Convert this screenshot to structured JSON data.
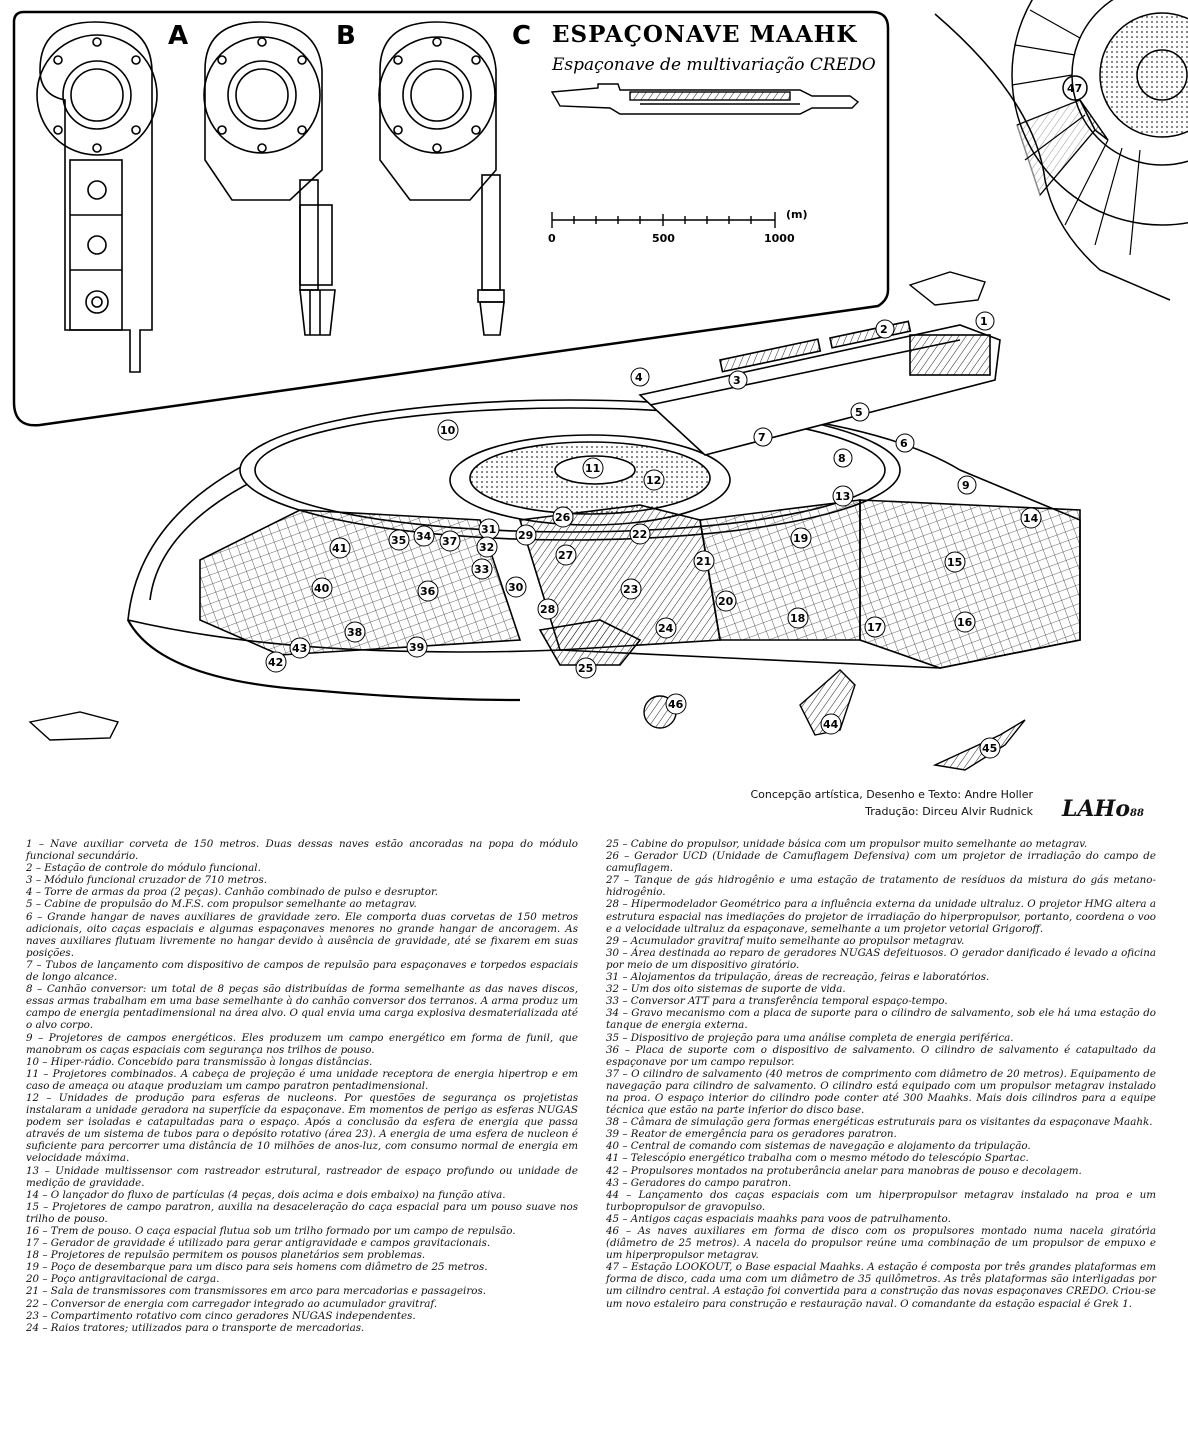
{
  "header": {
    "view_labels": [
      "A",
      "B",
      "C"
    ],
    "title": "ESPAÇONAVE MAAHK",
    "subtitle": "Espaçonave de multivariação CREDO",
    "scale": {
      "unit": "(m)",
      "ticks": [
        "0",
        "500",
        "1000"
      ]
    }
  },
  "callouts": [
    "1",
    "2",
    "3",
    "4",
    "5",
    "6",
    "7",
    "8",
    "9",
    "10",
    "11",
    "12",
    "13",
    "14",
    "15",
    "16",
    "17",
    "18",
    "19",
    "20",
    "21",
    "22",
    "23",
    "24",
    "25",
    "26",
    "27",
    "28",
    "29",
    "30",
    "31",
    "32",
    "33",
    "34",
    "35",
    "36",
    "37",
    "38",
    "39",
    "40",
    "41",
    "42",
    "43",
    "44",
    "45",
    "46",
    "47"
  ],
  "credits": {
    "line1_label": "Concepção artística, Desenho e Texto:",
    "line1_value": "Andre Holler",
    "line2_label": "Tradução:",
    "line2_value": "Dirceu Alvir Rudnick"
  },
  "signature": {
    "initials": "LAHo",
    "year": "88"
  },
  "legend_left": [
    "1 – Nave auxiliar corveta de 150 metros. Duas dessas naves estão ancoradas na popa do módulo funcional secundário.",
    "2 – Estação de controle do módulo funcional.",
    "3 – Módulo funcional cruzador de 710 metros.",
    "4 – Torre de armas da proa (2 peças). Canhão combinado de pulso e desruptor.",
    "5 – Cabine de propulsão do M.F.S. com propulsor semelhante ao metagrav.",
    "6 – Grande hangar de naves auxiliares de gravidade zero. Ele comporta duas corvetas de 150 metros adicionais, oito caças espaciais e algumas espaçonaves menores no grande hangar de ancoragem. As naves auxiliares flutuam livremente no hangar devido à ausência de gravidade, até se fixarem em suas posições.",
    "7 – Tubos de lançamento com dispositivo de campos de repulsão para espaçonaves e torpedos espaciais de longo alcance.",
    "8 – Canhão conversor: um total de 8 peças são distribuídas de forma semelhante as das naves discos, essas armas trabalham em uma base semelhante à do canhão conversor dos terranos. A arma produz um campo de energia pentadimensional na área alvo. O qual envia uma carga explosiva desmaterializada até o alvo corpo.",
    "9 – Projetores de campos energéticos. Eles produzem um campo energético em forma de funil, que manobram os caças espaciais com segurança nos trilhos de pouso.",
    "10 – Hiper-rádio. Concebido para transmissão à longas distâncias.",
    "11 – Projetores combinados. A cabeça de projeção é uma unidade receptora de energia hipertrop e em caso de ameaça ou ataque produziam um campo paratron pentadimensional.",
    "12 – Unidades de produção para esferas de nucleons. Por questões de segurança os projetistas instalaram a unidade geradora na superfície da espaçonave. Em momentos de perigo as esferas NUGAS podem ser isoladas e catapultadas para o espaço. Após a conclusão da esfera de energia que passa através de um sistema de tubos para o depósito rotativo (área 23). A energia de uma esfera de nucleon é suficiente para percorrer uma distância de 10 milhões de anos-luz, com consumo normal de energia em velocidade máxima.",
    "13 – Unidade multissensor com rastreador estrutural, rastreador de espaço profundo ou unidade de medição de gravidade.",
    "14 – O lançador do fluxo de partículas (4 peças, dois acima e dois embaixo) na função ativa.",
    "15 – Projetores de campo paratron, auxilia na desaceleração do caça espacial para um pouso suave nos trilho de pouso.",
    "16 – Trem de pouso. O caça espacial flutua sob um trilho formado por um campo de repulsão.",
    "17 – Gerador de gravidade é utilizado para gerar antigravidade e campos gravitacionais.",
    "18 – Projetores de repulsão permitem os pousos planetários sem problemas.",
    "19 – Poço de desembarque para um disco para seis homens com diâmetro de 25 metros.",
    "20 – Poço antigravitacional de carga.",
    "21 – Sala de transmissores com transmissores em arco para mercadorias e passageiros.",
    "22 – Conversor de energia com carregador integrado ao acumulador gravitraf.",
    "23 – Compartimento rotativo com cinco geradores NUGAS independentes.",
    "24 – Raios tratores; utilizados para o transporte de mercadorias."
  ],
  "legend_right": [
    "25 – Cabine do propulsor, unidade básica com um propulsor muito semelhante ao metagrav.",
    "26 – Gerador UCD (Unidade de Camuflagem Defensiva) com um projetor de irradiação do campo de camuflagem.",
    "27 – Tanque de gás hidrogênio e uma estação de tratamento de resíduos da mistura do gás metano-hidrogênio.",
    "28 – Hipermodelador Geométrico para a influência externa da unidade ultraluz. O projetor HMG altera a estrutura espacial nas imediações do projetor de irradiação do hiperpropulsor, portanto, coordena o voo e a velocidade ultraluz da espaçonave, semelhante a um projetor vetorial Grigoroff.",
    "29 – Acumulador gravitraf muito semelhante ao propulsor metagrav.",
    "30 – Área destinada ao reparo de geradores NUGAS defeituosos. O gerador danificado é levado a oficina por meio de um dispositivo giratório.",
    "31 – Alojamentos da tripulação, áreas de recreação, feiras e laboratórios.",
    "32 – Um dos oito sistemas de suporte de vida.",
    "33 – Conversor ATT para a transferência temporal espaço-tempo.",
    "34 – Gravo mecanismo com a placa de suporte para o cilindro de salvamento, sob ele há uma estação do tanque de energia externa.",
    "35 – Dispositivo de projeção para uma análise completa de energia periférica.",
    "36 – Placa de suporte com o dispositivo de salvamento. O cilindro de salvamento é catapultado da espaçonave por um campo repulsor.",
    "37 – O cilindro de salvamento (40 metros de comprimento com diâmetro de 20 metros). Equipamento de navegação para cilindro de salvamento. O cilindro está equipado com um propulsor metagrav instalado na proa. O espaço interior do cilindro pode conter até 300 Maahks. Mais dois cilindros para a equipe técnica que estão na parte inferior do disco base.",
    "38 – Câmara de simulação gera formas energéticas estruturais para os visitantes da espaçonave Maahk.",
    "39 – Reator de emergência para os geradores paratron.",
    "40 – Central de comando com sistemas de navegação e alojamento da tripulação.",
    "41 – Telescópio energético trabalha com o mesmo método do telescópio Spartac.",
    "42 – Propulsores montados na protuberância anelar para manobras de pouso e decolagem.",
    "43 – Geradores do campo paratron.",
    "44 – Lançamento dos caças espaciais com um hiperpropulsor metagrav instalado na proa e um turbopropulsor de gravopulso.",
    "45 – Antigos caças espaciais maahks para voos de patrulhamento.",
    "46 – As naves auxiliares em forma de disco com os propulsores montado numa nacela giratória (diâmetro de 25 metros). A nacela do propulsor reúne uma combinação de um propulsor de empuxo e um hiperpropulsor metagrav.",
    "47 – Estação LOOKOUT, o Base espacial Maahks. A estação é composta por três grandes plataformas em forma de disco, cada uma com um diâmetro de 35 quilômetros. As três plataformas são interligadas por um cilindro central. A estação foi convertida para a construção das novas espaçonaves CREDO. Criou-se um novo estaleiro para construção e restauração naval. O comandante da estação espacial é Grek 1."
  ]
}
